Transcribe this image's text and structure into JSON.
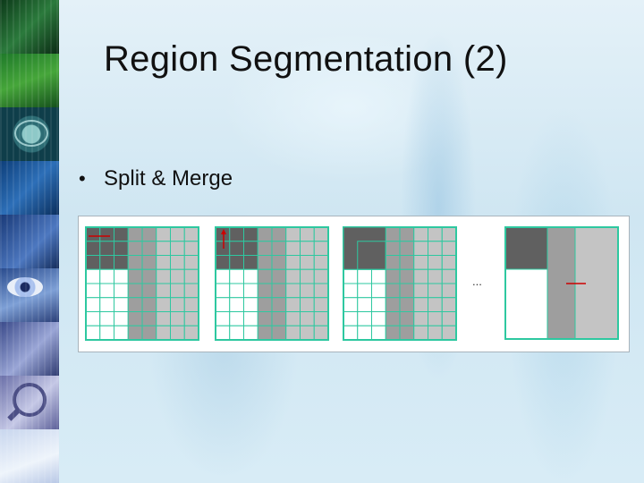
{
  "slide": {
    "title": "Region Segmentation (2)",
    "bullet_marker": "•",
    "bullet": "Split & Merge"
  },
  "figure": {
    "ellipsis": "...",
    "colors": {
      "dark": "#606060",
      "medium": "#9e9e9e",
      "light": "#c4c4c4",
      "white": "#ffffff",
      "grid_line": "#2ec8a0",
      "marker": "#cc0000"
    },
    "panels": [
      {
        "name": "split-step-1",
        "marker": "horizontal-dash"
      },
      {
        "name": "split-step-2",
        "marker": "vertical-arrow"
      },
      {
        "name": "merge-step-3",
        "marker": "none"
      },
      {
        "name": "merged-result",
        "marker": "horizontal-dash"
      }
    ]
  },
  "sidebar": {
    "images": [
      "binary-code-image",
      "circuit-board-image",
      "eye-scan-image",
      "molecule-network-image",
      "microchip-image",
      "human-eye-image",
      "camera-image",
      "magnifier-image",
      "light-pattern-image"
    ]
  }
}
